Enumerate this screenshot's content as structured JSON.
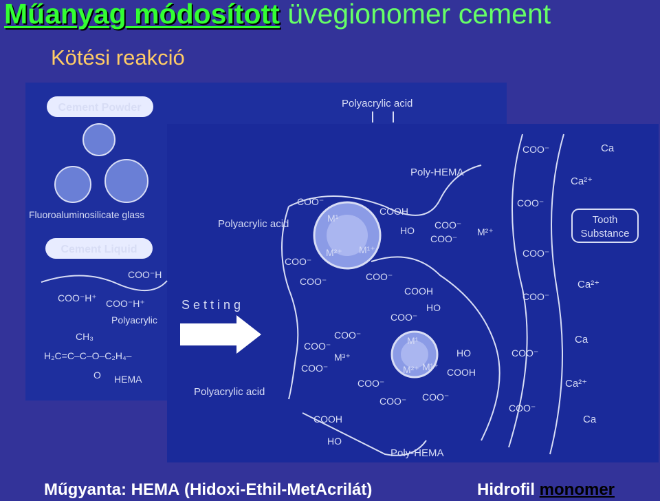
{
  "title_bold": "Műanyag módosított",
  "title_rest": "üvegionomer cement",
  "subtitle": "Kötési reakció",
  "left_panel": {
    "cement_powder": "Cement Powder",
    "glass": "Fluoroaluminosilicate glass",
    "cement_liquid": "Cement Liquid",
    "coo_h1": "COO⁻H",
    "coo_h2": "COO⁻H⁺",
    "coo_h3": "COO⁻H⁺",
    "polyacrylic": "Polyacrylic",
    "ch3": "CH₃",
    "hema_formula": "H₂C=C–C–O–C₂H₄–",
    "o": "O",
    "hema": "HEMA",
    "polyacrylic_acid_top": "Polyacrylic acid"
  },
  "setting": "S e t t i n g",
  "right_panel": {
    "poly_hema_top": "Poly-HEMA",
    "poly_hema_bottom": "Poly-HEMA",
    "polyacrylic_acid_1": "Polyacrylic acid",
    "polyacrylic_acid_2": "Polyacrylic acid",
    "tooth_substance_1": "Tooth",
    "tooth_substance_2": "Substance",
    "ca": "Ca",
    "ca2": "Ca²⁺",
    "coo": "COO⁻",
    "cooh": "COOH",
    "ho": "HO",
    "m1": "M¹",
    "m2": "M²⁺",
    "m1p": "M¹⁺",
    "m3": "M³⁺"
  },
  "caption_bold": "Műgyanta: HEMA",
  "caption_rest": "(Hidoxi-Ethil-MetAcrilát)",
  "caption_right_1": "Hidrofil",
  "caption_right_2": "monomer",
  "colors": {
    "background": "#333399",
    "title_green": "#33ff33",
    "subtitle": "#ffcc66",
    "panel": "#1a2a9a"
  }
}
